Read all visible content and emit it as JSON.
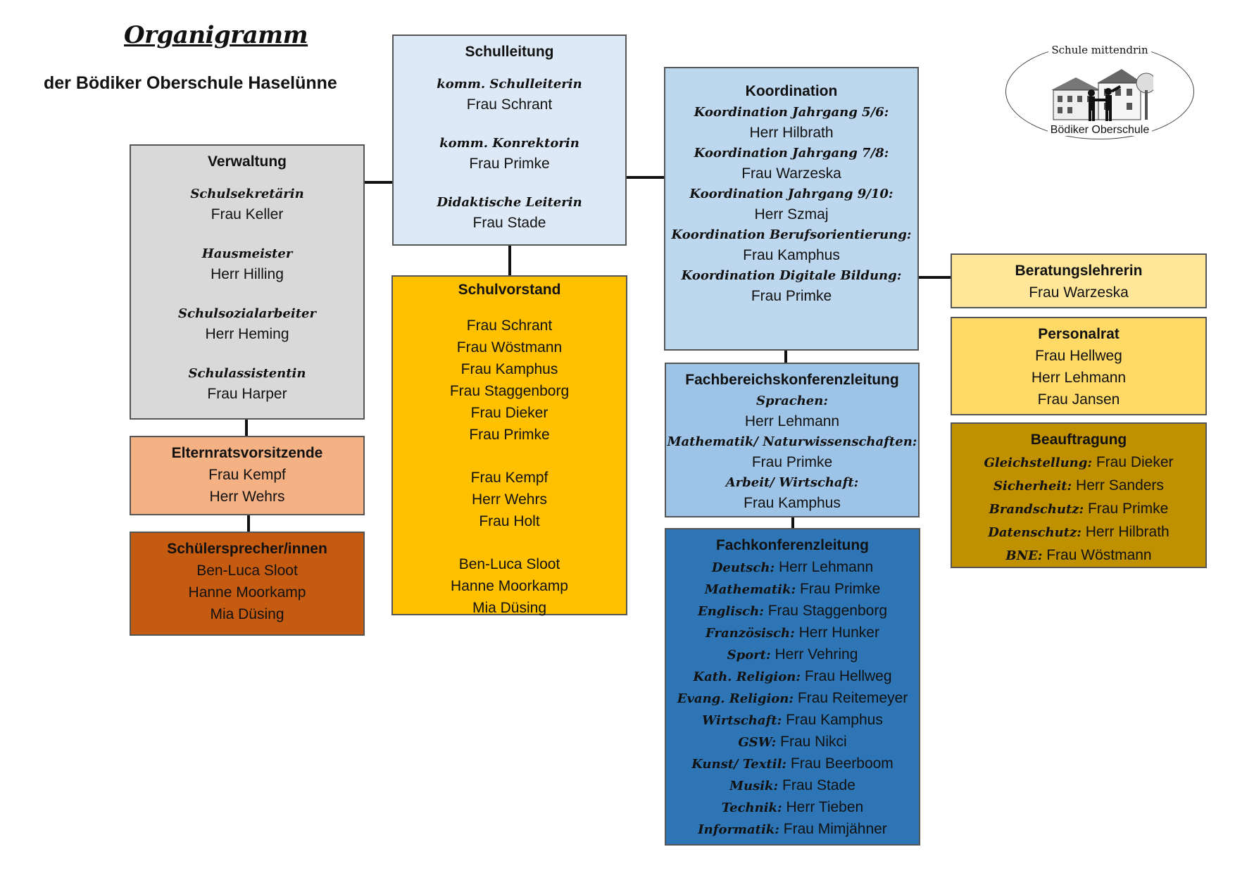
{
  "header": {
    "title": "Organigramm",
    "subtitle": "der Bödiker Oberschule Haselünne"
  },
  "logo": {
    "top_text": "Schule mittendrin",
    "bottom_text": "Bödiker Oberschule"
  },
  "colors": {
    "schulleitung": "#dde9f6",
    "verwaltung": "#d9d9d9",
    "elternrat": "#f4b183",
    "schuelersprecher": "#c55a11",
    "schulvorstand": "#ffc000",
    "koordination": "#bdd7ee",
    "fachbereich": "#9dc3e6",
    "fachkonferenz": "#2e75b6",
    "beratung": "#ffe699",
    "personalrat": "#ffd966",
    "beauftragung": "#bf9000"
  },
  "schulleitung": {
    "title": "Schulleitung",
    "entries": [
      {
        "role": "komm. Schulleiterin",
        "name": "Frau Schrant"
      },
      {
        "role": "komm. Konrektorin",
        "name": "Frau Primke"
      },
      {
        "role": "Didaktische Leiterin",
        "name": "Frau Stade"
      }
    ]
  },
  "verwaltung": {
    "title": "Verwaltung",
    "entries": [
      {
        "role": "Schulsekretärin",
        "name": "Frau Keller"
      },
      {
        "role": "Hausmeister",
        "name": "Herr Hilling"
      },
      {
        "role": "Schulsozialarbeiter",
        "name": "Herr Heming"
      },
      {
        "role": "Schulassistentin",
        "name": "Frau Harper"
      }
    ]
  },
  "elternrat": {
    "title": "Elternratsvorsitzende",
    "names": [
      "Frau Kempf",
      "Herr Wehrs"
    ]
  },
  "schuelersprecher": {
    "title": "Schülersprecher/innen",
    "names": [
      "Ben-Luca Sloot",
      "Hanne Moorkamp",
      "Mia Düsing"
    ]
  },
  "schulvorstand": {
    "title": "Schulvorstand",
    "group1": [
      "Frau Schrant",
      "Frau Wöstmann",
      "Frau Kamphus",
      "Frau Staggenborg",
      "Frau Dieker",
      "Frau Primke"
    ],
    "group2": [
      "Frau Kempf",
      "Herr Wehrs",
      "Frau Holt"
    ],
    "group3": [
      "Ben-Luca Sloot",
      "Hanne Moorkamp",
      "Mia Düsing"
    ]
  },
  "koordination": {
    "title": "Koordination",
    "entries": [
      {
        "role": "Koordination Jahrgang 5/6:",
        "name": "Herr Hilbrath"
      },
      {
        "role": "Koordination Jahrgang 7/8:",
        "name": "Frau Warzeska"
      },
      {
        "role": "Koordination Jahrgang 9/10:",
        "name": "Herr Szmaj"
      },
      {
        "role": "Koordination Berufsorientierung:",
        "name": "Frau Kamphus"
      },
      {
        "role": "Koordination Digitale Bildung:",
        "name": "Frau Primke"
      }
    ]
  },
  "fachbereich": {
    "title": "Fachbereichskonferenzleitung",
    "entries": [
      {
        "role": "Sprachen:",
        "name": "Herr Lehmann"
      },
      {
        "role": "Mathematik/ Naturwissenschaften:",
        "name": "Frau Primke"
      },
      {
        "role": "Arbeit/ Wirtschaft:",
        "name": "Frau Kamphus"
      }
    ]
  },
  "fachkonferenz": {
    "title": "Fachkonferenzleitung",
    "entries": [
      {
        "role": "Deutsch:",
        "name": "Herr Lehmann"
      },
      {
        "role": "Mathematik:",
        "name": "Frau Primke"
      },
      {
        "role": "Englisch:",
        "name": "Frau Staggenborg"
      },
      {
        "role": "Französisch:",
        "name": "Herr Hunker"
      },
      {
        "role": "Sport:",
        "name": "Herr Vehring"
      },
      {
        "role": "Kath. Religion:",
        "name": "Frau Hellweg"
      },
      {
        "role": "Evang. Religion:",
        "name": "Frau Reitemeyer"
      },
      {
        "role": "Wirtschaft:",
        "name": "Frau Kamphus"
      },
      {
        "role": "GSW:",
        "name": "Frau Nikci"
      },
      {
        "role": "Kunst/ Textil:",
        "name": "Frau Beerboom"
      },
      {
        "role": "Musik:",
        "name": "Frau Stade"
      },
      {
        "role": "Technik:",
        "name": "Herr Tieben"
      },
      {
        "role": "Informatik:",
        "name": "Frau Mimjähner"
      }
    ]
  },
  "beratung": {
    "title": "Beratungslehrerin",
    "names": [
      "Frau Warzeska"
    ]
  },
  "personalrat": {
    "title": "Personalrat",
    "names": [
      "Frau Hellweg",
      "Herr Lehmann",
      "Frau Jansen"
    ]
  },
  "beauftragung": {
    "title": "Beauftragung",
    "entries": [
      {
        "role": "Gleichstellung:",
        "name": "Frau Dieker"
      },
      {
        "role": "Sicherheit:",
        "name": "Herr Sanders"
      },
      {
        "role": "Brandschutz:",
        "name": "Frau Primke"
      },
      {
        "role": "Datenschutz:",
        "name": "Herr Hilbrath"
      },
      {
        "role": "BNE:",
        "name": "Frau Wöstmann"
      }
    ]
  }
}
